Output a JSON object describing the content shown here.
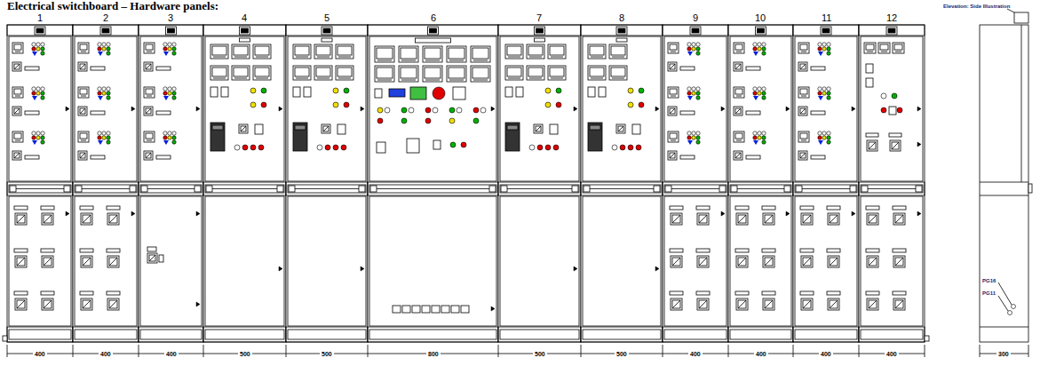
{
  "diagram": {
    "title": "Electrical switchboard – Hardware panels:",
    "labels": [
      "1",
      "2",
      "3",
      "4",
      "5",
      "6",
      "7",
      "8",
      "9",
      "10",
      "11",
      "12",
      "400",
      "400",
      "400",
      "500",
      "500",
      "800",
      "500",
      "500",
      "400",
      "400",
      "400",
      "400",
      "300",
      "Elevation: Side Illustration",
      "PG16",
      "PG11"
    ]
  }
}
